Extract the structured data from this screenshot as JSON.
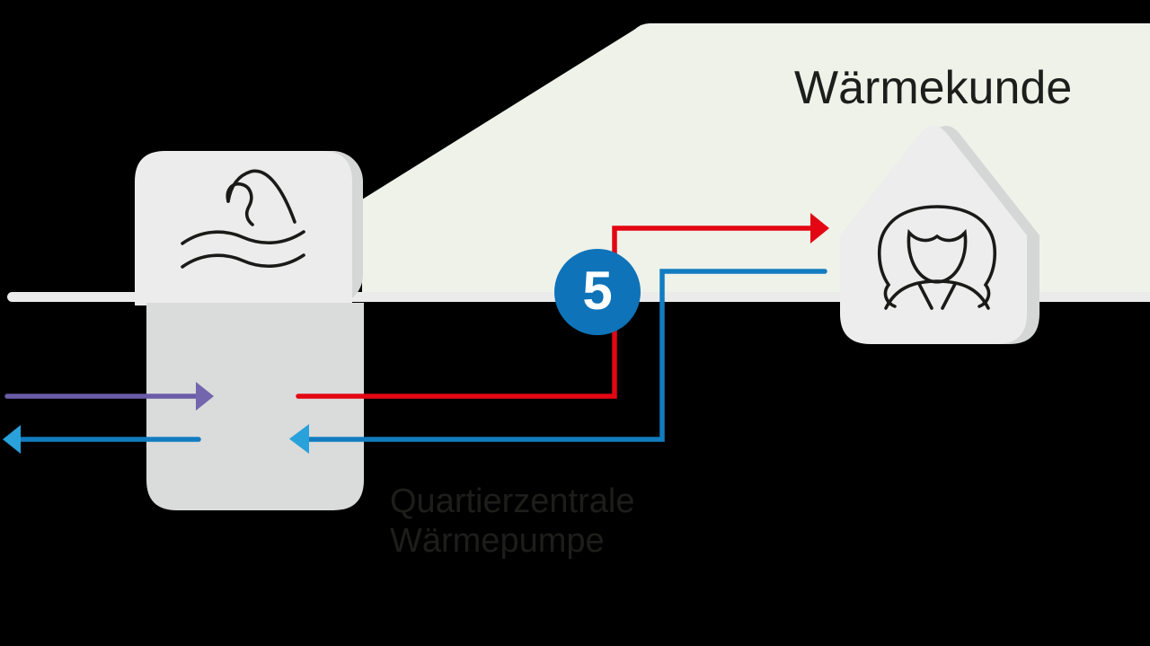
{
  "diagram": {
    "title": "Wärmekunde",
    "plant_label": {
      "line1": "Quartierzentrale",
      "line2": "Wärmepumpe"
    },
    "step_number": "5",
    "icons": {
      "heat_source": "wave-icon",
      "customer": "person-in-house-icon",
      "badge": "numbered-circle-badge"
    },
    "arrows": [
      {
        "name": "source-supply-arrow",
        "color": "#6a5ca6",
        "direction": "right-into-heat-pump"
      },
      {
        "name": "source-return-arrow",
        "color": "#127cc0",
        "direction": "left-out-of-heat-pump"
      },
      {
        "name": "heat-supply-arrow",
        "color": "#e30613",
        "direction": "heat-pump-to-customer"
      },
      {
        "name": "heat-return-arrow",
        "color": "#127cc0",
        "direction": "customer-to-heat-pump"
      }
    ],
    "colors": {
      "background": "#000000",
      "customer_area": "#eef2e9",
      "ground_line": "#ebebeb",
      "box_light": "#ececec",
      "box_dark": "#dadbdb",
      "shadow_gray": "#d5d7d7",
      "hot_red": "#e30613",
      "cold_blue": "#127cc0",
      "arrowhead_blue": "#29a1da",
      "source_purple": "#6a5ca6",
      "badge_blue": "#0e73b8",
      "text": "#1d1d1b"
    }
  }
}
